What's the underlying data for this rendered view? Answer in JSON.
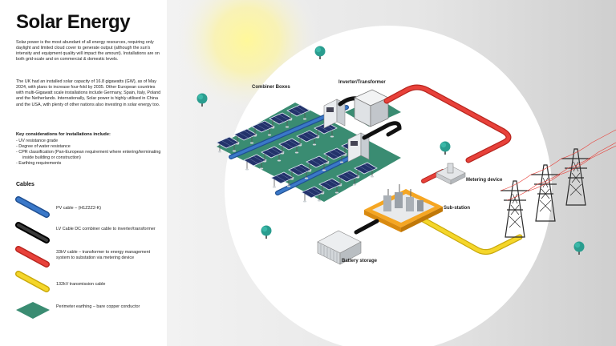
{
  "title": "Solar Energy",
  "intro_1": "Solar power is the most abundant of all energy resources, requiring only daylight and limited cloud cover to generate output (although the sun's intensity and equipment quality will impact the amount). Installations are on both grid-scale and on commercial & domestic levels.",
  "intro_2": "The UK had an installed solar capacity of 16.8 gigawatts (GW), as of May 2024, with plans to increase four-fold by 2035. Other European countries with multi-Gigawatt scale installations include Germany, Spain, Italy, Poland and the Netherlands. Internationally, Solar power is highly utilised in China and the USA, with plenty of other nations also investing in solar energy too.",
  "key_considerations": {
    "title": "Key considerations for installations include:",
    "items": [
      "UV resistance grade",
      "Degree of water resistance",
      "CPR classification (Pan-European requirement where entering/terminating inside building or construction)",
      "Earthing requirements"
    ]
  },
  "cables": {
    "heading": "Cables",
    "items": [
      {
        "label": "PV cable – (H1Z2Z2-K)",
        "color": "#3a78c9"
      },
      {
        "label": "LV Cable DC combiner cable to inverter/transformer",
        "color": "#1e1e1e"
      },
      {
        "label": "33kV cable – transformer to energy management system to substation via metering device",
        "color": "#e8413a"
      },
      {
        "label": "132kV transmission cable",
        "color": "#f5d62a"
      },
      {
        "label": "Perimeter earthing – bare copper conductor",
        "color": "#3a8c72"
      }
    ]
  },
  "diagram_labels": {
    "combiner_boxes": "Combiner Boxes",
    "inverter_transformer": "Inverter/Transformer",
    "metering_device": "Metering device",
    "sub_station": "Sub-station",
    "battery_storage": "Battery storage"
  }
}
